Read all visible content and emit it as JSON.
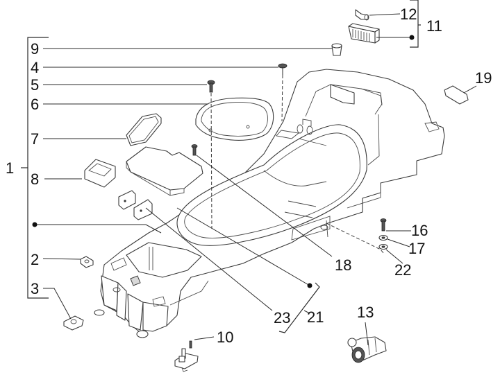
{
  "diagram": {
    "type": "exploded-parts-diagram",
    "subject": "scooter under-seat helmet compartment / storage box assembly",
    "callouts": [
      {
        "id": "c1",
        "label": "1",
        "note": "assembly bracket grouping items 9,4,5,6,7,8,2,3 and main body"
      },
      {
        "id": "c2",
        "label": "2"
      },
      {
        "id": "c3",
        "label": "3"
      },
      {
        "id": "c4",
        "label": "4"
      },
      {
        "id": "c5",
        "label": "5"
      },
      {
        "id": "c6",
        "label": "6"
      },
      {
        "id": "c7",
        "label": "7"
      },
      {
        "id": "c8",
        "label": "8"
      },
      {
        "id": "c9",
        "label": "9"
      },
      {
        "id": "c10",
        "label": "10"
      },
      {
        "id": "c11",
        "label": "11",
        "note": "assembly bracket grouping items 12 and rectangular lamp"
      },
      {
        "id": "c12",
        "label": "12"
      },
      {
        "id": "c13",
        "label": "13"
      },
      {
        "id": "c16",
        "label": "16"
      },
      {
        "id": "c17",
        "label": "17"
      },
      {
        "id": "c18",
        "label": "18"
      },
      {
        "id": "c19",
        "label": "19"
      },
      {
        "id": "c21",
        "label": "21",
        "note": "bracket grouping items 23 and marked point"
      },
      {
        "id": "c22",
        "label": "22"
      },
      {
        "id": "c23",
        "label": "23"
      }
    ]
  },
  "labels": {
    "l1": "1",
    "l2": "2",
    "l3": "3",
    "l4": "4",
    "l5": "5",
    "l6": "6",
    "l7": "7",
    "l8": "8",
    "l9": "9",
    "l10": "10",
    "l11": "11",
    "l12": "12",
    "l13": "13",
    "l16": "16",
    "l17": "17",
    "l18": "18",
    "l19": "19",
    "l21": "21",
    "l22": "22",
    "l23": "23"
  }
}
